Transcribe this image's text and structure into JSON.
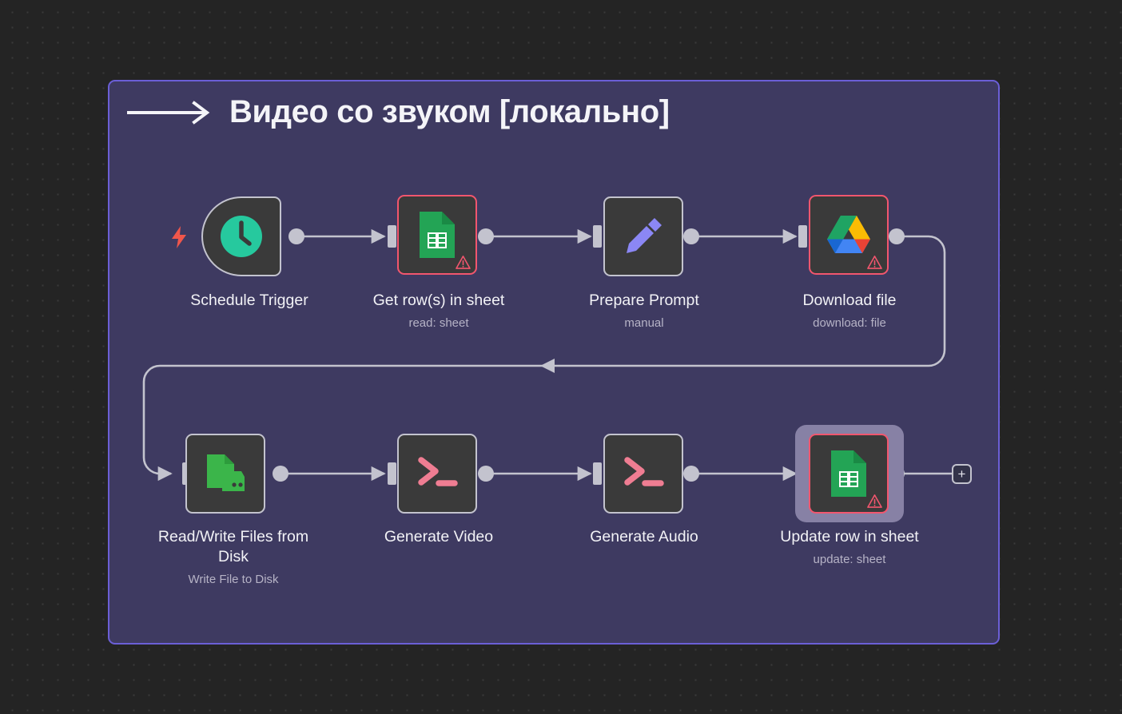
{
  "panel": {
    "title": "Видео со звуком [локально]",
    "arrow_icon": "long-right-arrow-icon",
    "fill_color": "#3e3a61",
    "border_color": "#6b5fd6"
  },
  "canvas": {
    "background_color": "#242424",
    "dot_grid_color": "#3a3a3a"
  },
  "colors": {
    "node_fill": "#3a3a3a",
    "node_border": "#c3c3ce",
    "error_border": "#f2566e",
    "selection_ring": "#8781a5",
    "connector": "#c3c3ce",
    "trigger_bolt": "#f0564b",
    "warning": "#f2566e"
  },
  "nodes": [
    {
      "id": "schedule-trigger",
      "name": "Schedule Trigger",
      "subtitle": "",
      "icon": "clock-icon",
      "icon_color": "#26c99e",
      "shape": "trigger",
      "state": "normal",
      "has_warning": false,
      "has_trigger_bolt": true
    },
    {
      "id": "get-rows-in-sheet",
      "name": "Get row(s) in sheet",
      "subtitle": "read: sheet",
      "icon": "google-sheets-icon",
      "icon_color": "#23a455",
      "shape": "square",
      "state": "error",
      "has_warning": true,
      "has_trigger_bolt": false
    },
    {
      "id": "prepare-prompt",
      "name": "Prepare Prompt",
      "subtitle": "manual",
      "icon": "pencil-icon",
      "icon_color": "#8b87f5",
      "shape": "square",
      "state": "normal",
      "has_warning": false,
      "has_trigger_bolt": false
    },
    {
      "id": "download-file",
      "name": "Download file",
      "subtitle": "download: file",
      "icon": "google-drive-icon",
      "icon_color": "#1fa463",
      "shape": "square",
      "state": "error",
      "has_warning": true,
      "has_trigger_bolt": false
    },
    {
      "id": "read-write-files-from-disk",
      "name": "Read/Write Files from\nDisk",
      "subtitle": "Write File to Disk",
      "icon": "file-harddisk-icon",
      "icon_color": "#3bb54a",
      "shape": "square",
      "state": "normal",
      "has_warning": false,
      "has_trigger_bolt": false
    },
    {
      "id": "generate-video",
      "name": "Generate Video",
      "subtitle": "",
      "icon": "terminal-prompt-icon",
      "icon_color": "#ef7d92",
      "shape": "square",
      "state": "normal",
      "has_warning": false,
      "has_trigger_bolt": false
    },
    {
      "id": "generate-audio",
      "name": "Generate Audio",
      "subtitle": "",
      "icon": "terminal-prompt-icon",
      "icon_color": "#ef7d92",
      "shape": "square",
      "state": "normal",
      "has_warning": false,
      "has_trigger_bolt": false
    },
    {
      "id": "update-row-in-sheet",
      "name": "Update row in sheet",
      "subtitle": "update: sheet",
      "icon": "google-sheets-icon",
      "icon_color": "#23a455",
      "shape": "square",
      "state": "error",
      "selected": true,
      "has_warning": true,
      "has_trigger_bolt": false
    }
  ],
  "add_button": {
    "label": "+",
    "icon": "plus-icon"
  }
}
